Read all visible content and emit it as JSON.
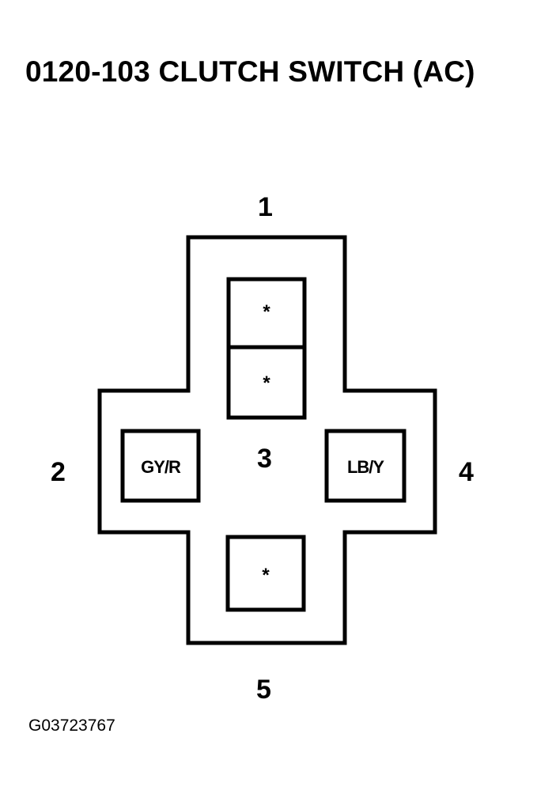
{
  "title": "0120-103 CLUTCH SWITCH (AC)",
  "figure_id": "G03723767",
  "connector": {
    "pins": [
      {
        "number": "1"
      },
      {
        "number": "2"
      },
      {
        "number": "3"
      },
      {
        "number": "4"
      },
      {
        "number": "5"
      }
    ],
    "cavities": {
      "top_upper": "*",
      "top_lower": "*",
      "left": "GY/R",
      "right": "LB/Y",
      "bottom": "*"
    }
  }
}
